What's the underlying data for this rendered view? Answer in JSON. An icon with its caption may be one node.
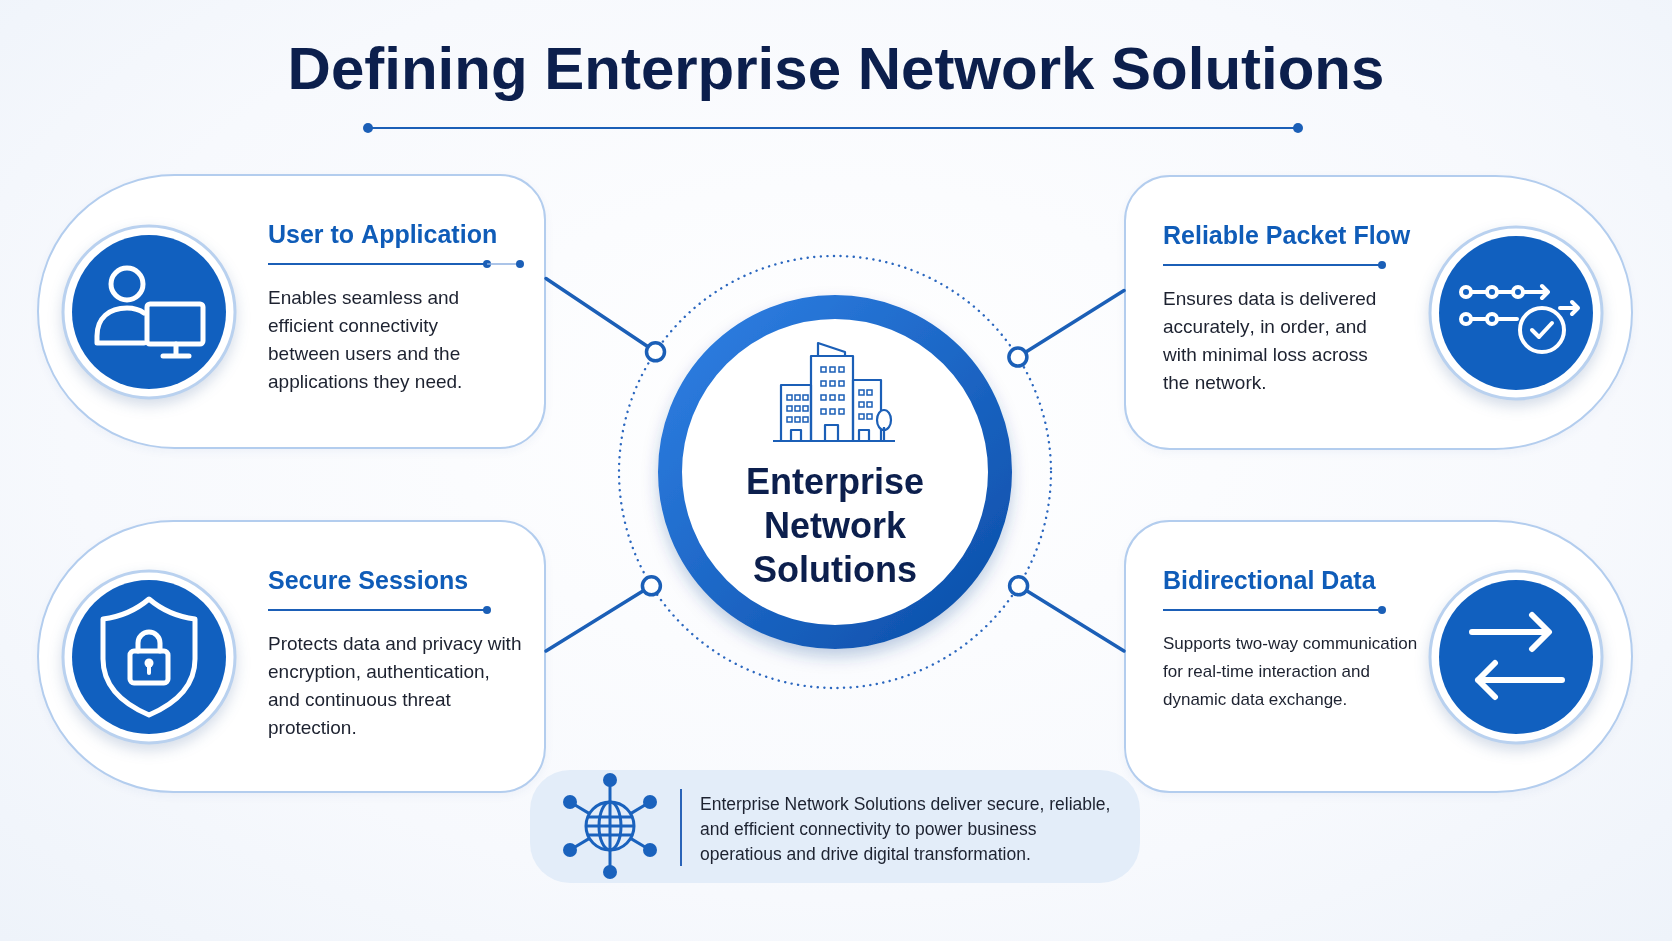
{
  "diagram": {
    "title": "Defining Enterprise Network Solutions",
    "nodes": [
      {
        "text": [
          "Enterprise Network Solutions"
        ]
      },
      {
        "text": [
          "User to Application",
          "Enables seamless and efficient connectivity between users and the applications they need."
        ]
      },
      {
        "text": [
          "Reliable Packet Flow",
          "Ensures data is delivered accurately, in order, and with minimal loss across the network."
        ]
      },
      {
        "text": [
          "Secure Sessions",
          "Protects data and privacy with encryption, authentication, and continuous threat protection."
        ]
      },
      {
        "text": [
          "Bidirectional Data",
          "Supports two-way communication for real-time interaction and dynamic data exchange."
        ]
      },
      {
        "text": [
          "Enterprise Network Solutions deliver secure, reliable, and efficient connectivity to power business operatious and drive digital transformation."
        ]
      }
    ],
    "edges": [
      {
        "from": 1,
        "to": 0,
        "arrow": "other"
      },
      {
        "from": 2,
        "to": 0,
        "arrow": "other"
      },
      {
        "from": 3,
        "to": 0,
        "arrow": "other"
      },
      {
        "from": 4,
        "to": 0,
        "arrow": "other"
      }
    ]
  }
}
